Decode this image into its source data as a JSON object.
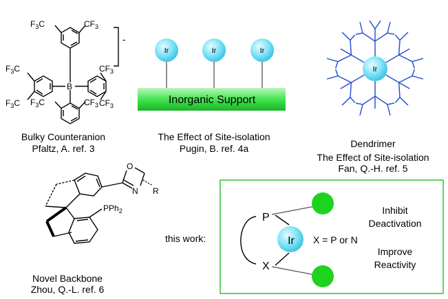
{
  "panels": {
    "borate": {
      "sub_cf3": "CF",
      "sub_3": "3",
      "sub_f3c": "F",
      "sub_3c_a": "3",
      "sub_c": "C",
      "boron": "B",
      "charge": "-",
      "caption1": "Bulky Counteranion",
      "caption2": "Pfaltz, A. ref. 3"
    },
    "support": {
      "metal": "Ir",
      "support_label": "Inorganic Support",
      "caption1": "The Effect of Site-isolation",
      "caption2": "Pugin, B. ref. 4a"
    },
    "dendrimer": {
      "metal": "Ir",
      "caption1": "Dendrimer",
      "caption2": "The Effect of Site-isolation",
      "caption3": "Fan, Q.-H. ref. 5"
    },
    "spiro": {
      "o_atom": "O",
      "n_atom": "N",
      "r_group": "R",
      "phos": "PPh",
      "phos_sub": "2",
      "caption1": "Novel Backbone",
      "caption2": "Zhou, Q.-L. ref. 6"
    },
    "this_work": {
      "intro": "this work:",
      "p_atom": "P",
      "x_atom": "X",
      "metal": "Ir",
      "x_def": "X = P or N",
      "note1a": "Inhibit",
      "note1b": "Deactivation",
      "note2a": "Improve",
      "note2b": "Reactivity"
    }
  },
  "colors": {
    "ir_sphere": "#7fe3f7",
    "support_green": "#3ae24a",
    "green_ball": "#1ed31e",
    "dendrimer_blue": "#2a52d6",
    "box_border": "#44c344"
  }
}
